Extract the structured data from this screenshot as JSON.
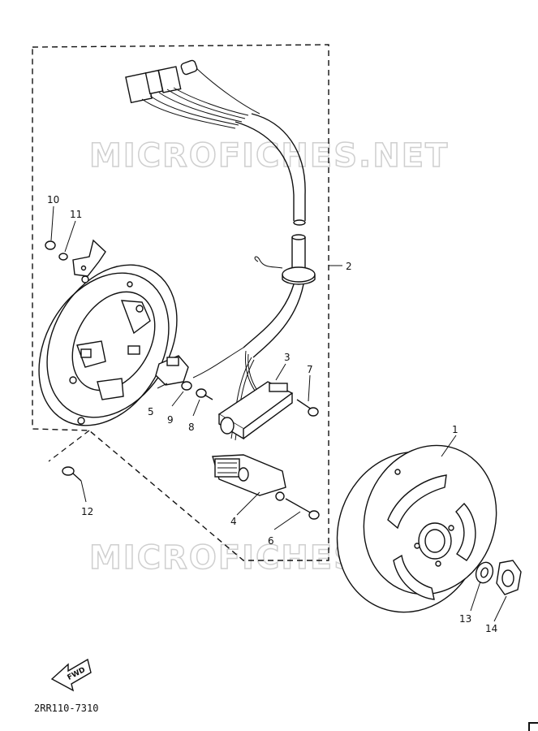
{
  "diagram": {
    "watermark_text": "MICROFICHES.NET",
    "drawing_code": "2RR110-7310",
    "fwd_label": "FWD",
    "callouts": {
      "p1": "1",
      "p2": "2",
      "p3": "3",
      "p4": "4",
      "p5": "5",
      "p6": "6",
      "p7": "7",
      "p8": "8",
      "p9": "9",
      "p10": "10",
      "p11": "11",
      "p12": "12",
      "p13": "13",
      "p14": "14"
    }
  }
}
